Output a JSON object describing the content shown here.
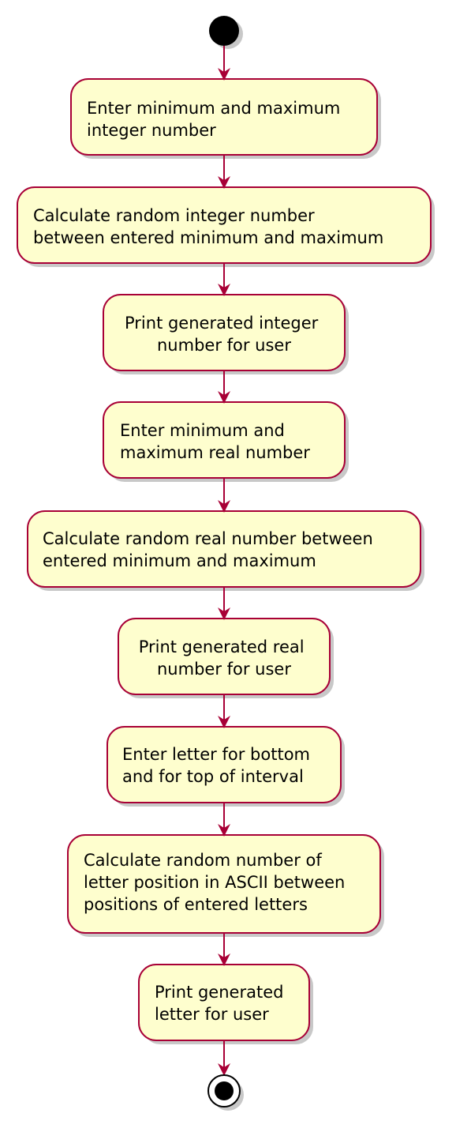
{
  "diagram": {
    "type": "activity",
    "colors": {
      "node_fill": "#FEFECE",
      "border": "#A80036",
      "arrow": "#A80036",
      "start": "#000000",
      "end": "#000000",
      "shadow": "#C8C8C8"
    },
    "start": {
      "label": ""
    },
    "end": {
      "label": ""
    },
    "steps": [
      {
        "lines": [
          "Enter minimum and maximum",
          "integer number"
        ]
      },
      {
        "lines": [
          "Calculate random integer number",
          "between entered minimum and maximum"
        ]
      },
      {
        "lines": [
          "Print generated integer",
          "number for user"
        ]
      },
      {
        "lines": [
          "Enter minimum and",
          "maximum real number"
        ]
      },
      {
        "lines": [
          "Calculate random real number between",
          "entered minimum and maximum"
        ]
      },
      {
        "lines": [
          "Print generated real",
          "number for user"
        ]
      },
      {
        "lines": [
          "Enter letter for bottom",
          "and for top of interval"
        ]
      },
      {
        "lines": [
          "Calculate random number of",
          "letter position in ASCII between",
          "positions  of entered letters"
        ]
      },
      {
        "lines": [
          "Print generated",
          "letter for user"
        ]
      }
    ]
  }
}
